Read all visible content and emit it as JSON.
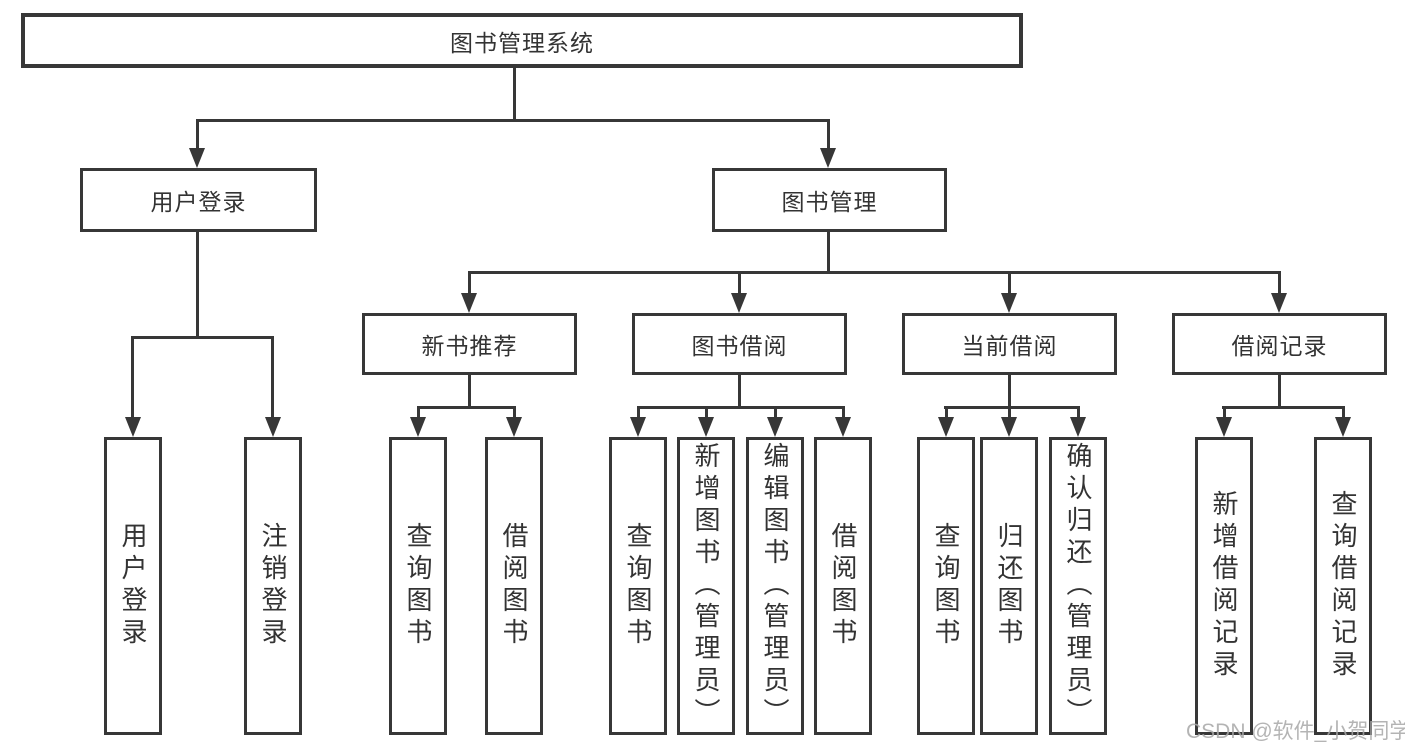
{
  "diagram": {
    "root": {
      "label": "图书管理系统",
      "children": [
        {
          "label": "用户登录",
          "children": [
            {
              "label": "用户登录"
            },
            {
              "label": "注销登录"
            }
          ]
        },
        {
          "label": "图书管理",
          "children": [
            {
              "label": "新书推荐",
              "children": [
                {
                  "label": "查询图书"
                },
                {
                  "label": "借阅图书"
                }
              ]
            },
            {
              "label": "图书借阅",
              "children": [
                {
                  "label": "查询图书"
                },
                {
                  "label": "新增图书（管理员）"
                },
                {
                  "label": "编辑图书（管理员）"
                },
                {
                  "label": "借阅图书"
                }
              ]
            },
            {
              "label": "当前借阅",
              "children": [
                {
                  "label": "查询图书"
                },
                {
                  "label": "归还图书"
                },
                {
                  "label": "确认归还（管理员）"
                }
              ]
            },
            {
              "label": "借阅记录",
              "children": [
                {
                  "label": "新增借阅记录"
                },
                {
                  "label": "查询借阅记录"
                }
              ]
            }
          ]
        }
      ]
    }
  },
  "watermark": {
    "text": "CSDN @软件_小贺同学"
  },
  "colors": {
    "line": "#373737",
    "text": "#333333",
    "watermark": "#a8a8a8",
    "background": "#ffffff"
  }
}
